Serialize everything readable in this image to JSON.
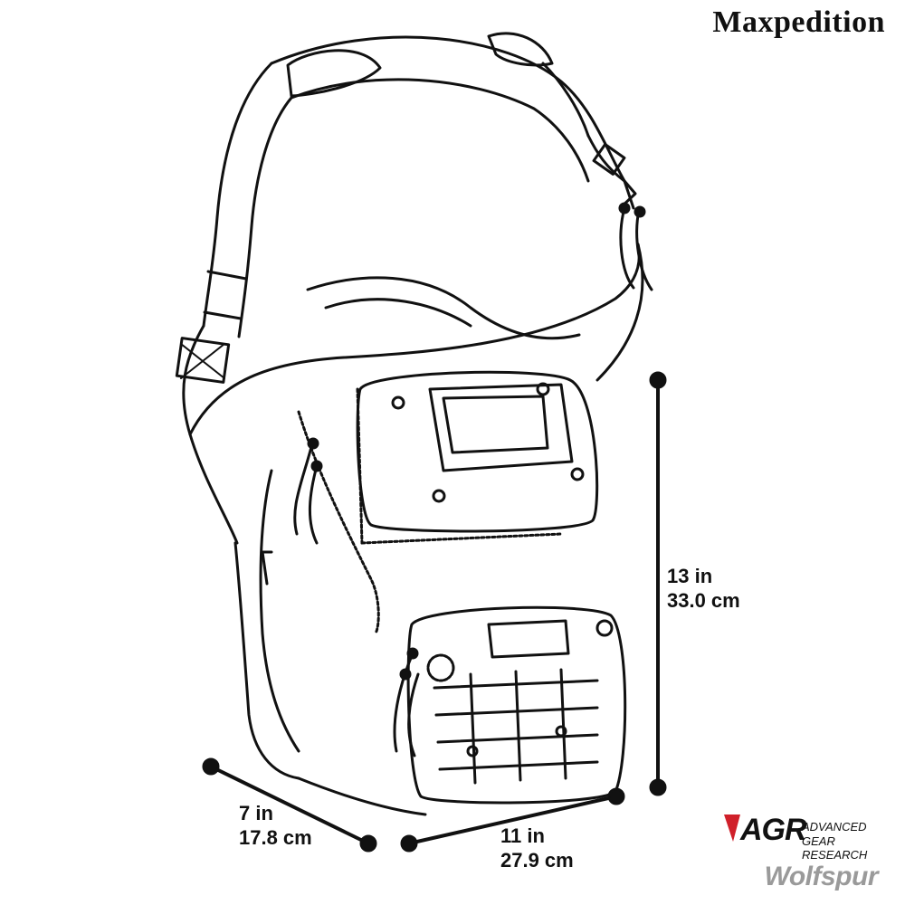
{
  "brand": {
    "logo_text": "Maxpedition"
  },
  "dimensions": {
    "height": {
      "imperial": "13 in",
      "metric": "33.0 cm"
    },
    "width": {
      "imperial": "11 in",
      "metric": "27.9 cm"
    },
    "depth": {
      "imperial": "7 in",
      "metric": "17.8 cm"
    }
  },
  "series_badge": {
    "letters": "AGR",
    "line1": "Advanced",
    "line2": "Gear Research",
    "accent_color": "#d0202a"
  },
  "product": {
    "name": "Wolfspur"
  },
  "colors": {
    "line": "#111111",
    "product_name": "#9a9a9a"
  }
}
